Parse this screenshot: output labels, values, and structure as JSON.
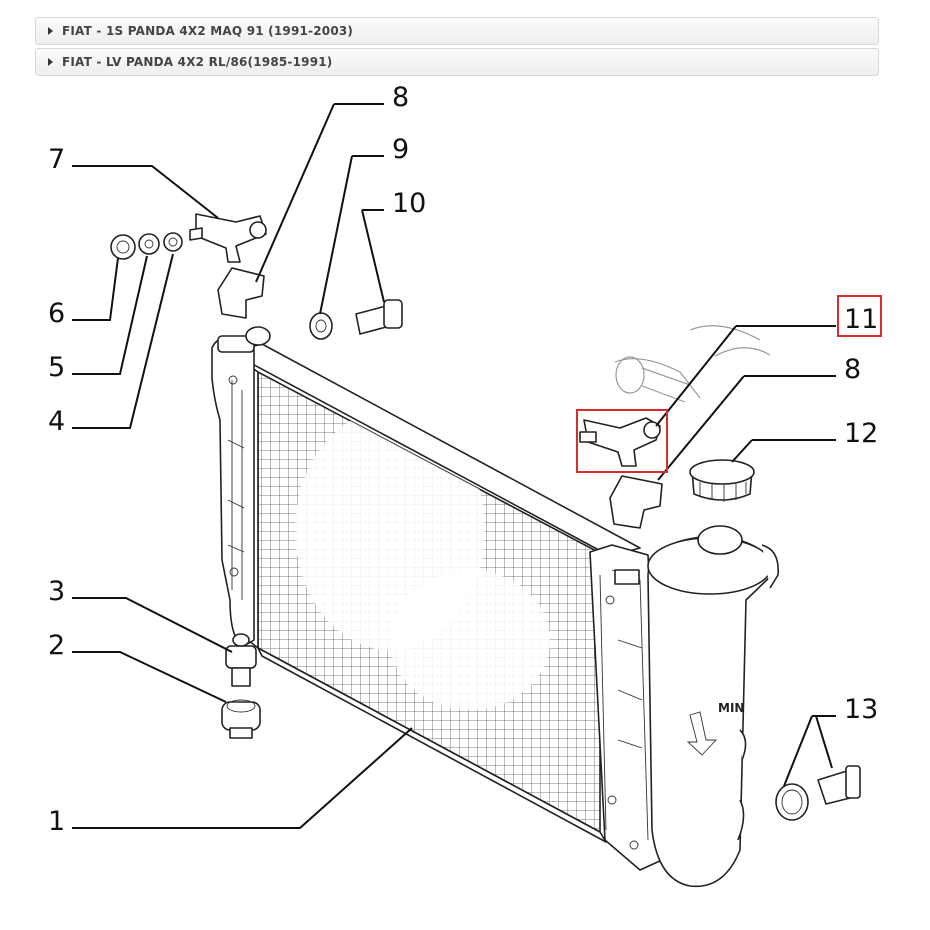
{
  "accordion": {
    "items": [
      {
        "label": "FIAT - 1S PANDA 4X2 MAQ 91 (1991-2003)"
      },
      {
        "label": "FIAT - LV PANDA 4X2 RL/86(1985-1991)"
      }
    ]
  },
  "diagram": {
    "highlight_color": "#d32f2f",
    "highlighted_callout": "11",
    "callouts": {
      "c1": "1",
      "c2": "2",
      "c3": "3",
      "c4": "4",
      "c5": "5",
      "c6": "6",
      "c7": "7",
      "c8a": "8",
      "c8b": "8",
      "c9": "9",
      "c10": "10",
      "c11": "11",
      "c12": "12",
      "c13": "13"
    },
    "tank_marking": "MIN"
  }
}
